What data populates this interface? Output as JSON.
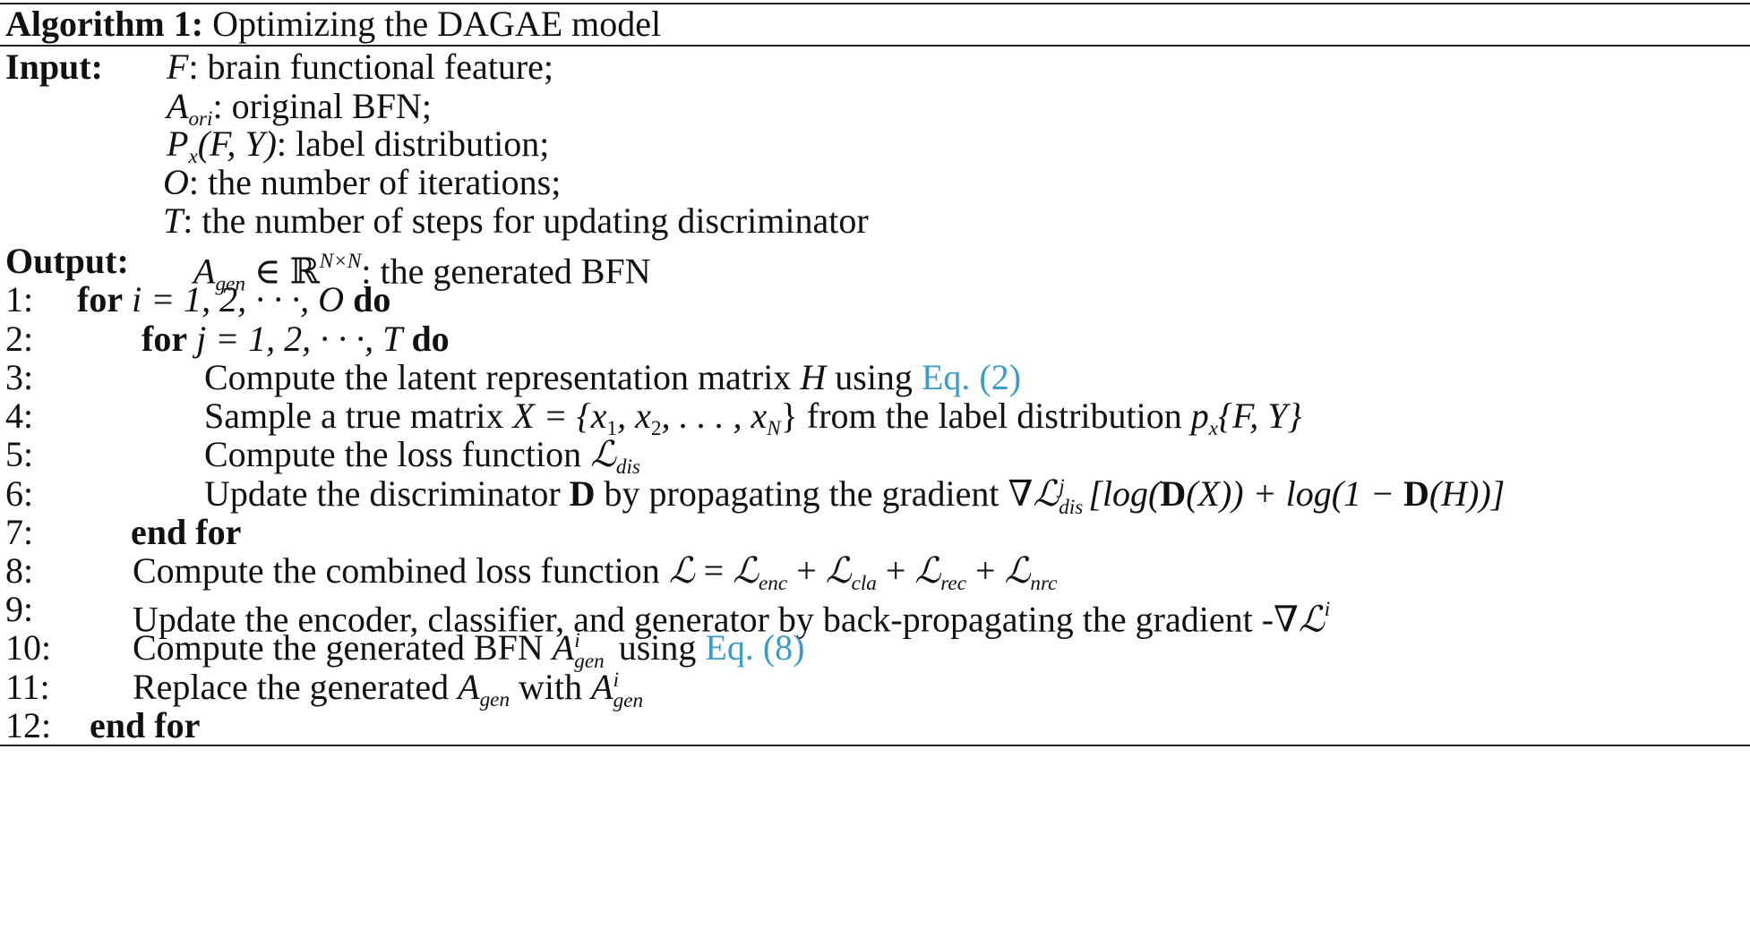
{
  "algorithm": {
    "label": "Algorithm 1:",
    "title": "Optimizing the DAGAE model"
  },
  "input": {
    "label": "Input:",
    "items": [
      {
        "sym": "F",
        "text": ": brain functional feature;"
      },
      {
        "sym": "A",
        "sub": "ori",
        "text": ": original BFN;"
      },
      {
        "sym": "P",
        "sub": "x",
        "args": "(F, Y)",
        "text": ": label distribution;"
      },
      {
        "sym": "O",
        "text": ": the number of iterations;"
      },
      {
        "sym": "T",
        "text": ": the number of steps for updating discriminator"
      }
    ]
  },
  "output": {
    "label": "Output:",
    "sym": "A",
    "sub": "gen",
    "rel": "∈ ℝ",
    "sup": "N×N",
    "text": ": the generated BFN"
  },
  "steps": [
    {
      "num": "1:",
      "kw": "for",
      "expr": "i = 1, 2, · · ·, O",
      "kw2": "do"
    },
    {
      "num": "2:",
      "kw": "for",
      "expr": "j = 1, 2, · · ·, T",
      "kw2": "do"
    },
    {
      "num": "3:",
      "pre": "Compute the latent representation matrix ",
      "var": "H",
      "mid": " using ",
      "link": "Eq. (2)"
    },
    {
      "num": "4:",
      "pre": "Sample a true matrix ",
      "var": "X",
      "eq": " = {x",
      "s1": "1",
      "c1": ",  x",
      "s2": "2",
      "c2": ", . . . , x",
      "s3": "N",
      "post": "} from the label distribution ",
      "p": "p",
      "ps": "x",
      "pargs": "{F, Y}"
    },
    {
      "num": "5:",
      "pre": "Compute the loss function ",
      "L": "ℒ",
      "Ls": "dis"
    },
    {
      "num": "6:",
      "pre": "Update the discriminator ",
      "D": "D",
      "mid": " by propagating the gradient ∇",
      "L": "ℒ",
      "Lsup": "j",
      "Lsub": "dis",
      "log1": "[log(",
      "D2": "D",
      "arg1": "(X)) + log(1 − ",
      "D3": "D",
      "arg2": "(H))]"
    },
    {
      "num": "7:",
      "kw": "end for"
    },
    {
      "num": "8:",
      "pre": "Compute the combined loss function ",
      "L": "ℒ",
      "eq": " = ",
      "t1": "ℒ",
      "t1s": "enc",
      "plus": " + ",
      "t2": "ℒ",
      "t2s": "cla",
      "t3": "ℒ",
      "t3s": "rec",
      "t4": "ℒ",
      "t4s": "nrc"
    },
    {
      "num": "9:",
      "pre": "Update the encoder, classifier, and generator by back-propagating the gradient -∇",
      "L": "ℒ",
      "Lsup": "i"
    },
    {
      "num": "10:",
      "pre": "Compute the generated BFN ",
      "A": "A",
      "Asup": "i",
      "Asub": "gen",
      "mid": " using ",
      "link": "Eq. (8)"
    },
    {
      "num": "11:",
      "pre": "Replace the generated ",
      "A": "A",
      "Asub": "gen",
      "mid": " with ",
      "A2": "A",
      "A2sup": "i",
      "A2sub": "gen"
    },
    {
      "num": "12:",
      "kw": "end for"
    }
  ]
}
